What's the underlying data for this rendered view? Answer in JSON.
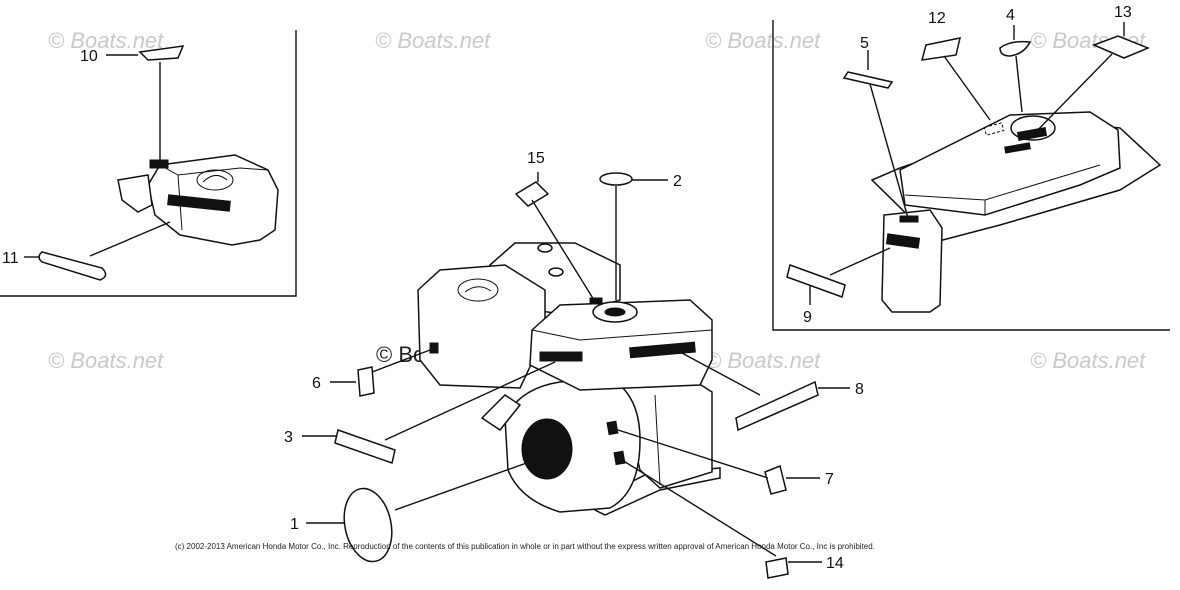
{
  "watermark": "© Boats.net",
  "watermark_center": "© Boats.net",
  "copyright": "(c) 2002-2013 American Honda Motor Co., Inc. Reproduction of the contents of this publication in whole or in part without the express written approval of American Honda Motor Co., Inc is prohibited.",
  "callouts": {
    "c1": "1",
    "c2": "2",
    "c3": "3",
    "c4": "4",
    "c5": "5",
    "c6": "6",
    "c7": "7",
    "c8": "8",
    "c9": "9",
    "c10": "10",
    "c11": "11",
    "c12": "12",
    "c13": "13",
    "c14": "14",
    "c15": "15"
  }
}
